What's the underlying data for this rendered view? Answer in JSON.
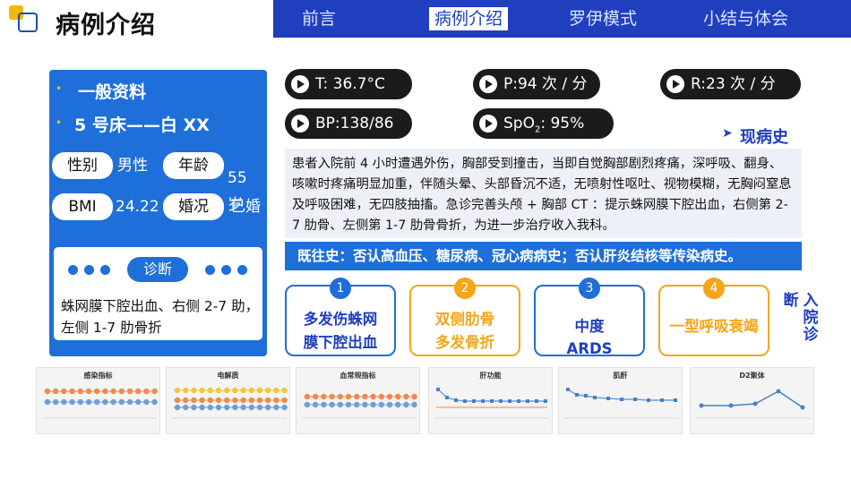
{
  "header": {
    "title": "病例介绍",
    "nav": [
      "前言",
      "病例介绍",
      "罗伊模式",
      "小结与体会"
    ],
    "active_nav": "病例介绍"
  },
  "general": {
    "heading1": "一般资料",
    "heading2": "5 号床——白 XX",
    "sex_label": "性别",
    "sex_value": "男性",
    "age_label": "年龄",
    "age_value": "55 岁",
    "bmi_label": "BMI",
    "bmi_value": "24.22",
    "marital_label": "婚况",
    "marital_value": "已婚",
    "diagnosis_label": "诊断",
    "diagnosis_text": "蛛网膜下腔出血、右侧 2-7 助，左侧 1-7 肋骨折"
  },
  "vitals": {
    "t": "T: 36.7°C",
    "p": "P:94  次 / 分",
    "r": "R:23  次 / 分",
    "bp": "BP:138/86",
    "spo2_prefix": "SpO",
    "spo2_sub": "2",
    "spo2_suffix": ": 95%"
  },
  "present_history": {
    "title": "现病史",
    "text": "患者入院前 4 小时遭遇外伤，胸部受到撞击，当即自觉胸部剧烈疼痛，深呼吸、翻身、咳嗽时疼痛明显加重，伴随头晕、头部昏沉不适，无喷射性呕吐、视物模糊，无胸闷窒息及呼吸困难，无四肢抽搐。急诊完善头颅 + 胸部 CT ：提示蛛网膜下腔出血，右侧第 2-7 肋骨、左侧第 1-7 肋骨骨折，为进一步治疗收入我科。"
  },
  "past_history": "既往史：否认高血压、糖尿病、冠心病病史；否认肝炎结核等传染病史。",
  "diagnoses": [
    {
      "num": "1",
      "line1": "多发伤蛛网",
      "line2": "膜下腔出血"
    },
    {
      "num": "2",
      "line1": "双侧肋骨",
      "line2": "多发骨折"
    },
    {
      "num": "3",
      "line1": "中度",
      "line2": "ARDS"
    },
    {
      "num": "4",
      "line1": "一型呼吸衰竭",
      "line2": ""
    }
  ],
  "admission_label": "入院诊断",
  "charts": [
    {
      "title": "感染指标"
    },
    {
      "title": "电解质"
    },
    {
      "title": "血常规指标"
    },
    {
      "title": "肝功能"
    },
    {
      "title": "肌酐"
    },
    {
      "title": "D2聚体"
    }
  ],
  "colors": {
    "nav_bg": "#1f3fbf",
    "panel": "#1e6fd9",
    "accent": "#f4a51c",
    "bullet": "#f5c800"
  }
}
